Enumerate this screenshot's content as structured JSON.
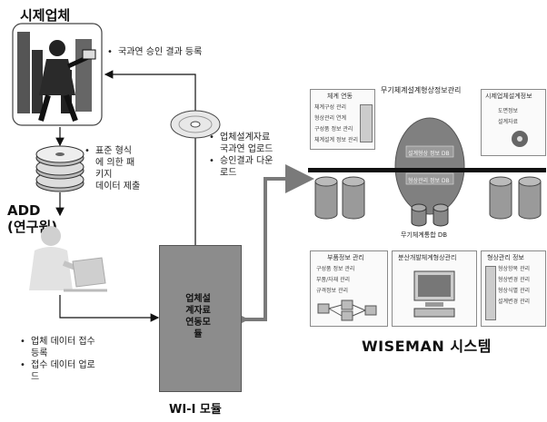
{
  "left": {
    "company_title": "시제업체",
    "add_title_line1": "ADD",
    "add_title_line2": "(연구원)",
    "company_note": "국과연 승인 결과 등록",
    "package_note": [
      "표준 형식",
      "에 의한 패",
      "키지",
      "데이터 제출"
    ],
    "cd_notes": [
      [
        "업체설계자료",
        "국과연 업로드"
      ],
      [
        "승인결과 다운",
        "로드"
      ]
    ],
    "collect_notes": [
      [
        "업체 데이터 접수",
        "등록"
      ],
      [
        "접수 데이터 업로",
        "드"
      ]
    ],
    "module_text": [
      "업체설",
      "계자료",
      "연동모",
      "듈"
    ],
    "module_caption": "WI-I 모듈"
  },
  "wiseman": {
    "caption": "WISEMAN 시스템",
    "header": "무기체계설계형상정보관리",
    "ellipse_labels": [
      "설계형상 정보 DB",
      "형상관리 정보 DB"
    ],
    "db_label": "무기체계통합 DB",
    "panels": {
      "top_left": {
        "title": "체계 연동",
        "items": [
          "체계구성 관리",
          "형상관리 연계",
          "구성품 정보 관리",
          "체계설계 정보 관리"
        ]
      },
      "top_right": {
        "title": "시제업체설계정보",
        "items": [
          "도면정보",
          "설계자료"
        ]
      },
      "bottom_left": {
        "title": "부품정보 관리",
        "items": [
          "구성품 정보 관리",
          "부품/자재 관리",
          "규격정보 관리"
        ]
      },
      "bottom_center": {
        "title": "분산개발체계형상관리"
      },
      "bottom_right": {
        "title": "형상관리 정보",
        "items": [
          "형상항목 관리",
          "형상변경 관리",
          "형상식별 관리",
          "설계변경 관리"
        ]
      }
    }
  },
  "colors": {
    "line": "#111111",
    "module_fill": "#8c8c8c",
    "ellipse": "#808080",
    "disk": "#9a9a9a",
    "arrow_gray": "#808080"
  }
}
